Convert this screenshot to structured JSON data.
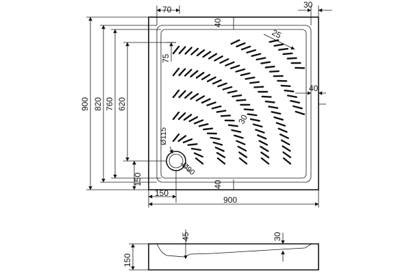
{
  "drawing": {
    "top_view": {
      "dim_70": "70",
      "dim_30_top": "30",
      "dim_40_top": "40",
      "dim_25": "25",
      "dim_75": "75",
      "dim_40_right": "40",
      "dim_30_slope": "30",
      "dim_d115": "Ø115",
      "dim_d90": "Ø90",
      "dim_40_bottom": "40",
      "dim_150_left": "150",
      "dim_150_bottom": "150",
      "dim_900_width": "900",
      "dim_900_height": "900",
      "dim_820": "820",
      "dim_760": "760",
      "dim_620": "620"
    },
    "side_view": {
      "dim_150_height": "150",
      "dim_45": "45",
      "dim_30": "30"
    }
  }
}
